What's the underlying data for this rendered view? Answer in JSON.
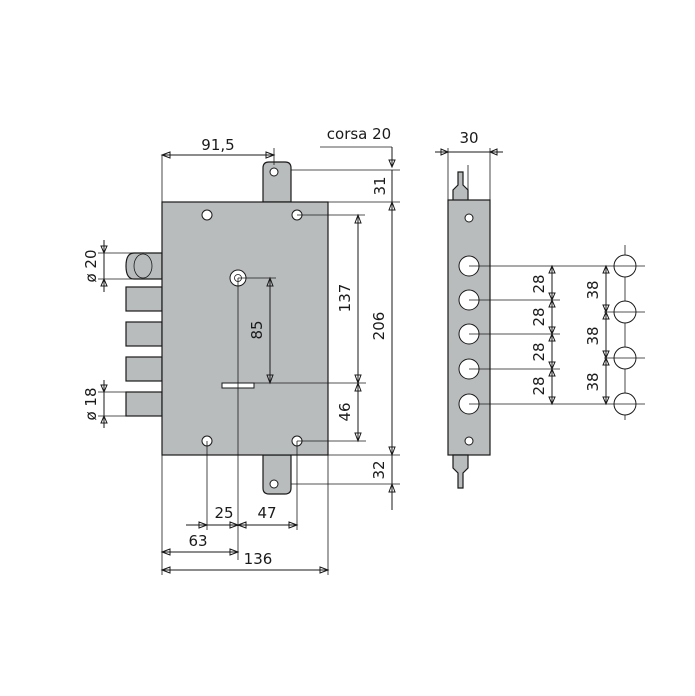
{
  "drawing": {
    "colors": {
      "body_fill": "#b9bcbd",
      "line": "#1a1a1a",
      "background": "#ffffff"
    },
    "labels": {
      "width_to_fixing": "91,5",
      "stroke": "corsa 20",
      "faceplate_width": "30",
      "top_tab_height": "31",
      "distance_137": "137",
      "height_206": "206",
      "distance_85": "85",
      "distance_46": "46",
      "bottom_tab_height": "32",
      "bolt_diameter_20": "ø 20",
      "bolt_diameter_18": "ø 18",
      "distance_25": "25",
      "distance_47": "47",
      "backset_63": "63",
      "case_width_136": "136",
      "faceplate_pitch": [
        "28",
        "28",
        "28",
        "28"
      ],
      "bolt_pitch": [
        "38",
        "38",
        "38"
      ]
    }
  }
}
